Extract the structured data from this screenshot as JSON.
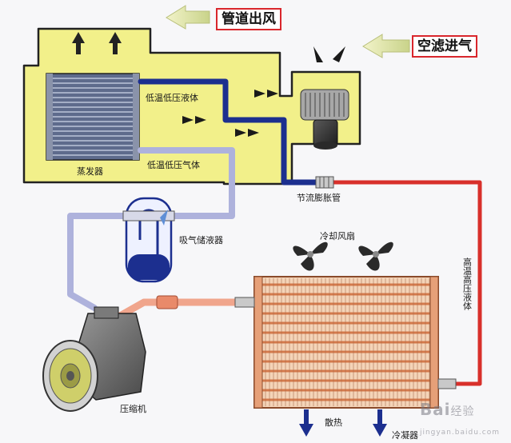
{
  "labels": {
    "duct_outlet": "管道出风",
    "filtered_air_in": "空滤进气",
    "low_temp_low_pressure_liquid": "低温低压液体",
    "low_temp_low_pressure_gas": "低温低压气体",
    "evaporator": "蒸发器",
    "expansion_tube": "节流膨胀管",
    "accumulator": "吸气储液器",
    "cooling_fan": "冷却风扇",
    "high_temp_high_pressure_liquid": "高温高压液体",
    "compressor": "压缩机",
    "heat_dissipation": "散热",
    "condenser": "冷凝器"
  },
  "watermark": {
    "brand": "Bai",
    "suffix": "经验",
    "site": "jingyan.baidu.com"
  },
  "colors": {
    "housing": "#f2f08a",
    "housing_border": "#222222",
    "low_pressure_pipe": "#1c2f8f",
    "suction_pipe": "#aeb2dc",
    "high_pressure_pipe": "#d8302b",
    "discharge_pipe": "#f0a58c",
    "condenser_fin": "#e8a878",
    "flow_arrow": "#1a1a1a",
    "label_border": "#d9262c"
  }
}
